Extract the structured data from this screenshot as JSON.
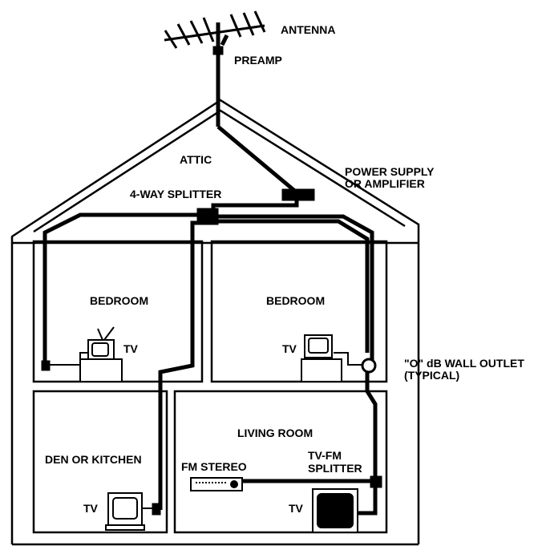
{
  "labels": {
    "antenna": "ANTENNA",
    "preamp": "PREAMP",
    "attic": "ATTIC",
    "power_supply_line1": "POWER SUPPLY",
    "power_supply_line2": "OR AMPLIFIER",
    "splitter_4way": "4-WAY SPLITTER",
    "bedroom_left": "BEDROOM",
    "bedroom_right": "BEDROOM",
    "tv_bedroom_left": "TV",
    "tv_bedroom_right": "TV",
    "wall_outlet_line1": "\"O\" dB WALL OUTLET",
    "wall_outlet_line2": "(TYPICAL)",
    "living_room": "LIVING ROOM",
    "den_kitchen": "DEN OR KITCHEN",
    "fm_stereo": "FM STEREO",
    "tvfm_line1": "TV-FM",
    "tvfm_line2": "SPLITTER",
    "tv_den": "TV",
    "tv_living": "TV"
  },
  "colors": {
    "line": "#000000",
    "background": "#ffffff"
  }
}
